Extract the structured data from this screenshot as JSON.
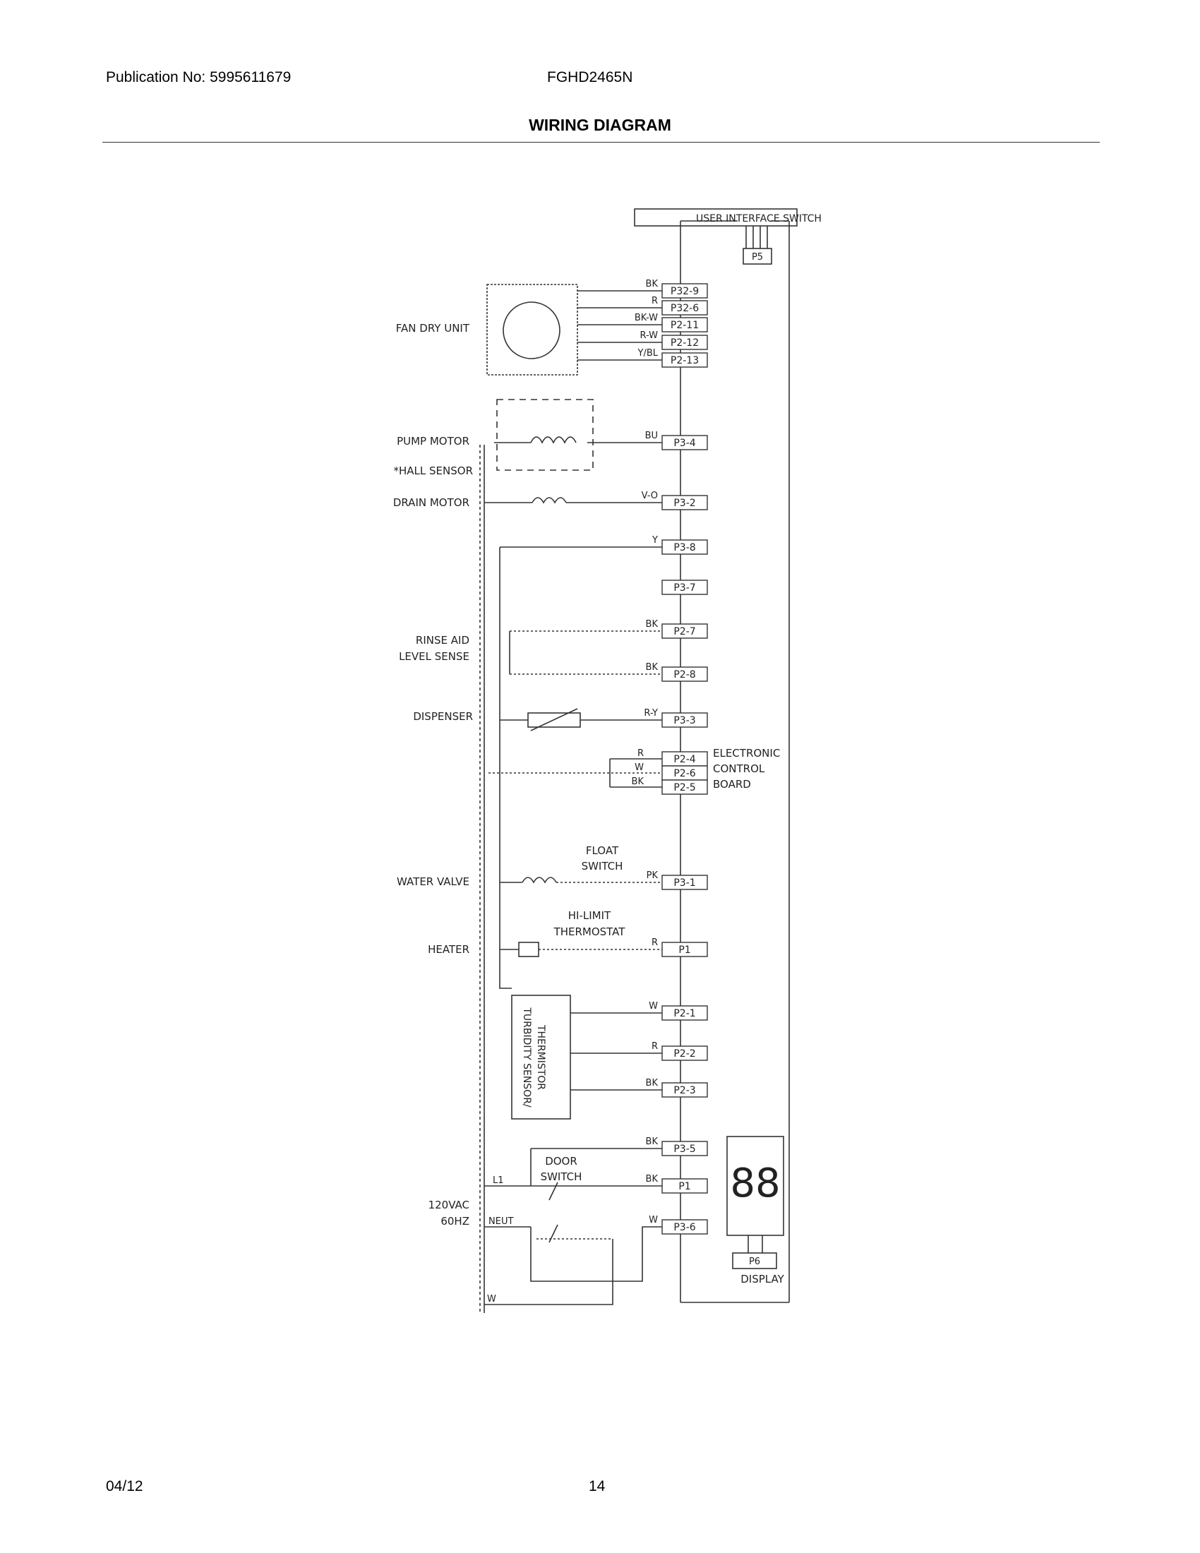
{
  "header": {
    "publication": "Publication No: 5995611679",
    "model": "FGHD2465N",
    "title": "WIRING DIAGRAM"
  },
  "footer": {
    "date": "04/12",
    "page": "14"
  },
  "diagram": {
    "user_interface": "USER INTERFACE SWITCH",
    "p5": "P5",
    "components": {
      "fan_dry_unit": "FAN DRY UNIT",
      "pump_motor": "PUMP MOTOR",
      "hall_sensor": "*HALL SENSOR",
      "drain_motor": "DRAIN MOTOR",
      "rinse_aid_1": "RINSE AID",
      "rinse_aid_2": "LEVEL SENSE",
      "dispenser": "DISPENSER",
      "water_valve": "WATER VALVE",
      "heater": "HEATER",
      "supply_1": "120VAC",
      "supply_2": "60HZ",
      "float_1": "FLOAT",
      "float_2": "SWITCH",
      "hilimit_1": "HI-LIMIT",
      "hilimit_2": "THERMOSTAT",
      "turbidity_1": "TURBIDITY SENSOR/",
      "turbidity_2": "THERMISTOR",
      "door_1": "DOOR",
      "door_2": "SWITCH",
      "ecb_1": "ELECTRONIC",
      "ecb_2": "CONTROL",
      "ecb_3": "BOARD",
      "display_conn": "P6",
      "display": "DISPLAY",
      "digits": "88",
      "l1": "L1",
      "neut": "NEUT",
      "w": "W"
    },
    "connectors": [
      "P32-9",
      "P32-6",
      "P2-11",
      "P2-12",
      "P2-13",
      "P3-4",
      "P3-2",
      "P3-8",
      "P3-7",
      "P2-7",
      "P2-8",
      "P3-3",
      "P2-4",
      "P2-6",
      "P2-5",
      "P3-1",
      "P1",
      "P2-1",
      "P2-2",
      "P2-3",
      "P3-5",
      "P1",
      "P3-6"
    ],
    "wire_colors": [
      "BK",
      "R",
      "BK-W",
      "R-W",
      "Y/BL",
      "BU",
      "V-O",
      "Y",
      "",
      "BK",
      "BK",
      "R-Y",
      "R",
      "W",
      "BK",
      "PK",
      "R",
      "W",
      "R",
      "BK",
      "BK",
      "BK",
      "W"
    ]
  }
}
